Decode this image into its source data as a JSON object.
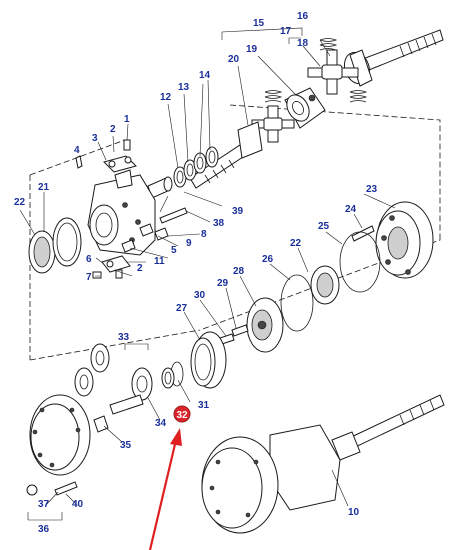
{
  "diagram": {
    "highlight_color": "#d8262a",
    "label_color": "#1a2f9a",
    "highlighted_label": "32",
    "labels": [
      "1",
      "2",
      "2",
      "3",
      "4",
      "5",
      "6",
      "7",
      "8",
      "9",
      "10",
      "11",
      "12",
      "13",
      "14",
      "15",
      "16",
      "17",
      "18",
      "19",
      "20",
      "21",
      "22",
      "22",
      "23",
      "24",
      "25",
      "26",
      "27",
      "28",
      "29",
      "30",
      "31",
      "33",
      "34",
      "35",
      "36",
      "37",
      "38",
      "39",
      "40"
    ]
  }
}
